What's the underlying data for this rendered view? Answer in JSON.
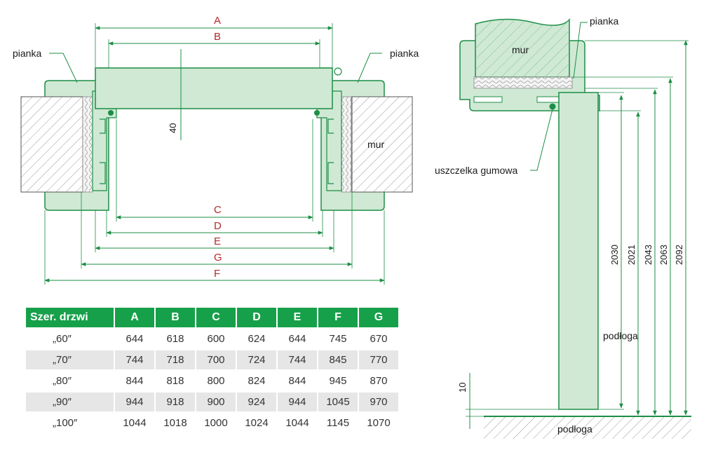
{
  "labels": {
    "foam": "pianka",
    "wall": "mur",
    "rubber_seal": "uszczelka gumowa",
    "floor": "podłoga",
    "floor_line": "podłoga"
  },
  "letters": [
    "A",
    "B",
    "C",
    "D",
    "E",
    "G",
    "F"
  ],
  "frame_depth_dim": "40",
  "side_dims": [
    "2030",
    "2021",
    "2043",
    "2063",
    "2092"
  ],
  "gap_dim": "10",
  "table": {
    "header": [
      "Szer. drzwi",
      "A",
      "B",
      "C",
      "D",
      "E",
      "F",
      "G"
    ],
    "rows": [
      [
        "„60″",
        "644",
        "618",
        "600",
        "624",
        "644",
        "745",
        "670"
      ],
      [
        "„70″",
        "744",
        "718",
        "700",
        "724",
        "744",
        "845",
        "770"
      ],
      [
        "„80″",
        "844",
        "818",
        "800",
        "824",
        "844",
        "945",
        "870"
      ],
      [
        "„90″",
        "944",
        "918",
        "900",
        "924",
        "944",
        "1045",
        "970"
      ],
      [
        "„100″",
        "1044",
        "1018",
        "1000",
        "1024",
        "1044",
        "1145",
        "1070"
      ]
    ]
  },
  "colors": {
    "frame_green": "#cfe9d4",
    "line_green": "#1d8e46",
    "header_green": "#17a04a",
    "letter_red": "#b5292e",
    "shade_gray": "#e6e6e6"
  }
}
